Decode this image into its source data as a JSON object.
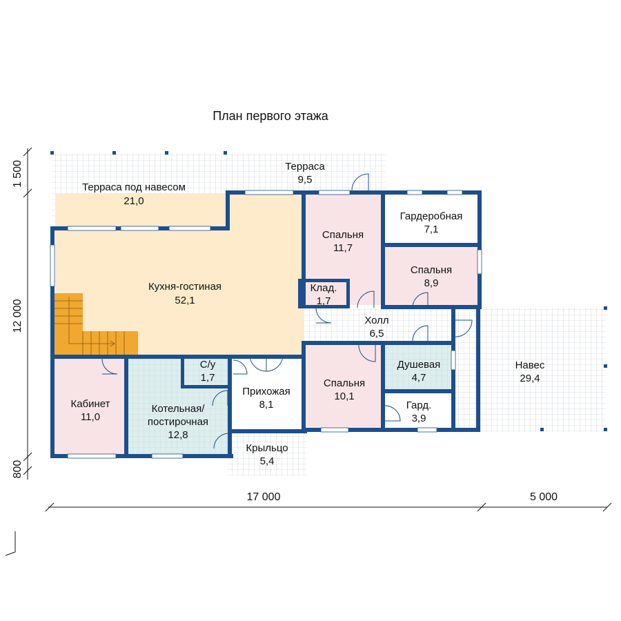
{
  "title": "План первого этажа",
  "colors": {
    "wall": "#1c4f8c",
    "grid_line": "#b8c0c8",
    "living": "#fdebcb",
    "bedroom": "#f8e4e6",
    "wet": "#ddeeee",
    "stair": "#f0a830"
  },
  "rooms": [
    {
      "id": "terrace-covered",
      "name": "Терраса под навесом",
      "area": "21,0"
    },
    {
      "id": "terrace",
      "name": "Терраса",
      "area": "9,5"
    },
    {
      "id": "kitchen-living",
      "name": "Кухня-гостиная",
      "area": "52,1"
    },
    {
      "id": "bedroom-1",
      "name": "Спальня",
      "area": "11,7"
    },
    {
      "id": "wardrobe",
      "name": "Гардеробная",
      "area": "7,1"
    },
    {
      "id": "bedroom-2",
      "name": "Спальня",
      "area": "8,9"
    },
    {
      "id": "storage",
      "name": "Клад.",
      "area": "1,7"
    },
    {
      "id": "hall",
      "name": "Холл",
      "area": "6,5"
    },
    {
      "id": "office",
      "name": "Кабинет",
      "area": "11,0"
    },
    {
      "id": "boiler",
      "name": "Котельная/",
      "name2": "постирочная",
      "area": "12,8"
    },
    {
      "id": "wc",
      "name": "С/у",
      "area": "1,7"
    },
    {
      "id": "entry",
      "name": "Прихожая",
      "area": "8,1"
    },
    {
      "id": "bedroom-3",
      "name": "Спальня",
      "area": "10,1"
    },
    {
      "id": "shower",
      "name": "Душевая",
      "area": "4,7"
    },
    {
      "id": "dressing",
      "name": "Гард.",
      "area": "3,9"
    },
    {
      "id": "canopy",
      "name": "Навес",
      "area": "29,4"
    },
    {
      "id": "porch",
      "name": "Крыльцо",
      "area": "5,4"
    }
  ],
  "dimensions": {
    "width_main": "17 000",
    "width_canopy": "5 000",
    "depth_terrace": "1 500",
    "depth_main": "12 000",
    "depth_porch": "800"
  }
}
